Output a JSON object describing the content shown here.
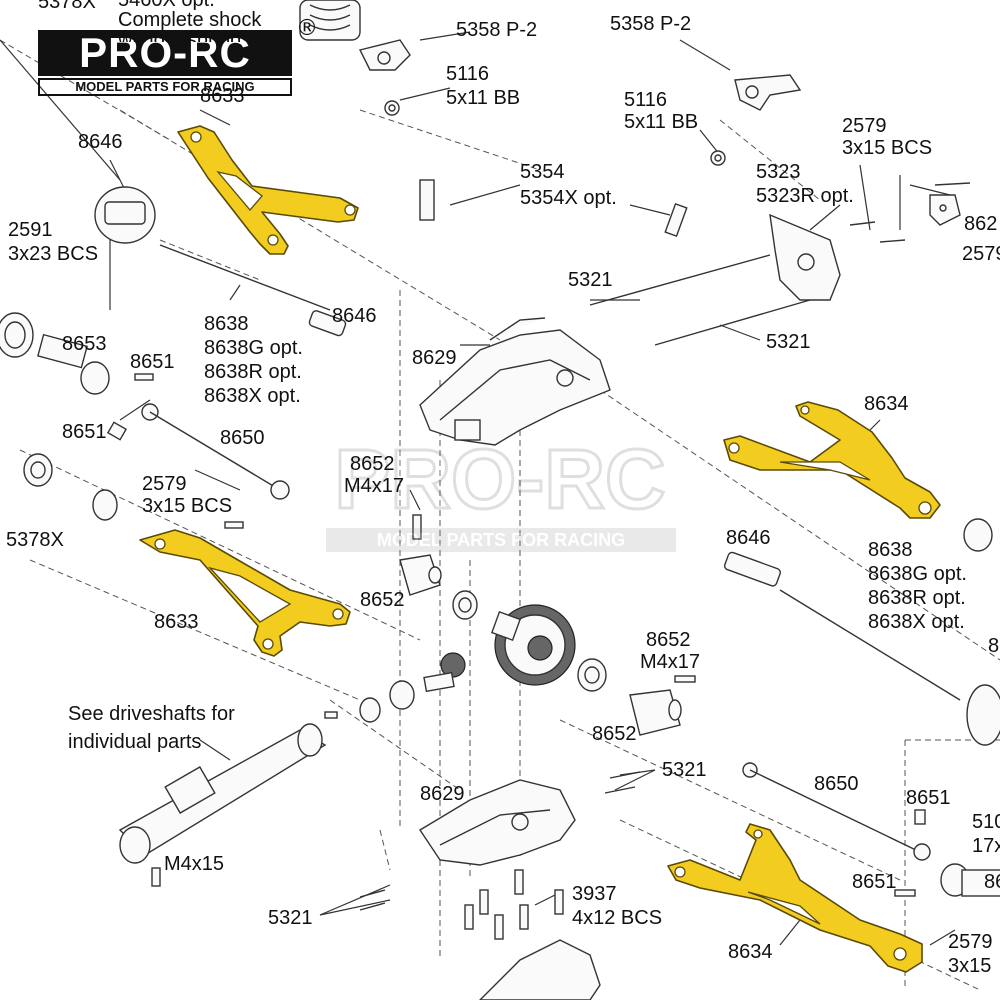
{
  "logo": {
    "title": "PRO-RC",
    "subtitle": "MODEL PARTS FOR RACING",
    "registered": "®"
  },
  "watermark": {
    "title": "PRO-RC",
    "subtitle": "MODEL PARTS FOR RACING"
  },
  "colors": {
    "highlight": "#F2CC1F",
    "outline": "#5A4A08",
    "line": "#333333"
  },
  "labels": {
    "l5378x_top": "5378X",
    "l5460x": "5460X opt.",
    "complete_shock": "Complete shock",
    "without_springs": "without springs",
    "l8633_top": "8633",
    "l5358_p2_a": "5358 P-2",
    "l5358_p2_b": "5358 P-2",
    "l5116_a": "5116",
    "l5x11_bb_a": "5x11 BB",
    "l5116_b": "5116",
    "l5x11_bb_b": "5x11 BB",
    "l2579_top": "2579",
    "l3x15_bcs_top": "3x15 BCS",
    "l8646_a": "8646",
    "l5354": "5354",
    "l5354x": "5354X opt.",
    "l5323": "5323",
    "l5323r": "5323R opt.",
    "l862_right": "862",
    "l2591": "2591",
    "l3x23_bcs": "3x23 BCS",
    "l5321_a": "5321",
    "l5321_b": "5321",
    "l8653": "8653",
    "l8638": "8638",
    "l8638g": "8638G opt.",
    "l8638r": "8638R opt.",
    "l8638x": "8638X opt.",
    "l8646_b": "8646",
    "l8629_a": "8629",
    "l8651_a": "8651",
    "l8651_b": "8651",
    "l8650_a": "8650",
    "l8634_a": "8634",
    "l8652_a": "8652",
    "l_m4x17_a": "M4x17",
    "l2579_mid": "2579",
    "l3x15_bcs_mid": "3x15 BCS",
    "l5378x_mid": "5378X",
    "l8646_c": "8646",
    "l8638_b": "8638",
    "l8638g_b": "8638G opt.",
    "l8638r_b": "8638R opt.",
    "l8638x_b": "8638X opt.",
    "l8_right": "8",
    "l8633_mid": "8633",
    "l8652_b": "8652",
    "l8652_c": "8652",
    "l_m4x17_b": "M4x17",
    "see_driveshafts": "See driveshafts for",
    "individual_parts": "individual parts",
    "l8652_d": "8652",
    "l5321_c": "5321",
    "l8650_b": "8650",
    "l8629_b": "8629",
    "l8651_c": "8651",
    "l510_right": "510",
    "l17x_right": "17x",
    "l_m4x15": "M4x15",
    "l8651_d": "8651",
    "l86_right": "86",
    "l3937": "3937",
    "l4x12_bcs": "4x12 BCS",
    "l5321_d": "5321",
    "l8634_b": "8634",
    "l2579_bot": "2579",
    "l3x15_bot": "3x15"
  }
}
